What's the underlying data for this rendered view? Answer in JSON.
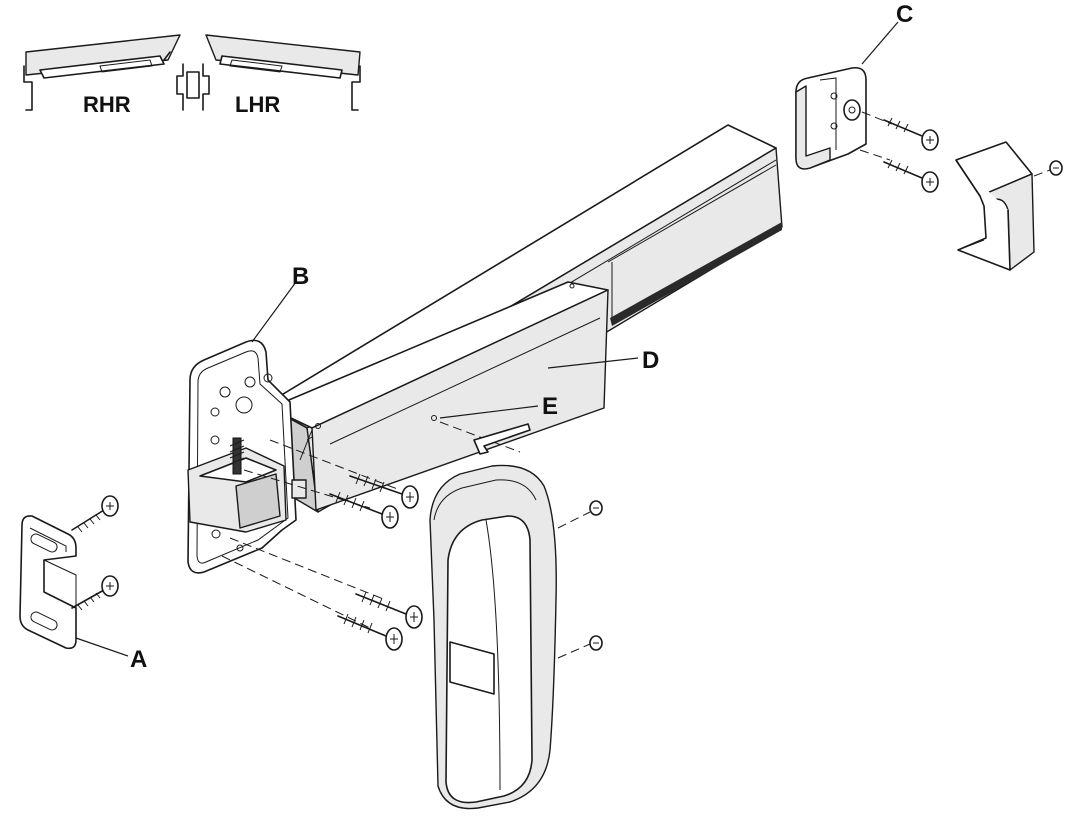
{
  "handing_labels": {
    "rhr": "RHR",
    "lhr": "LHR"
  },
  "callouts": {
    "a": "A",
    "b": "B",
    "c": "C",
    "d": "D",
    "e": "E"
  }
}
